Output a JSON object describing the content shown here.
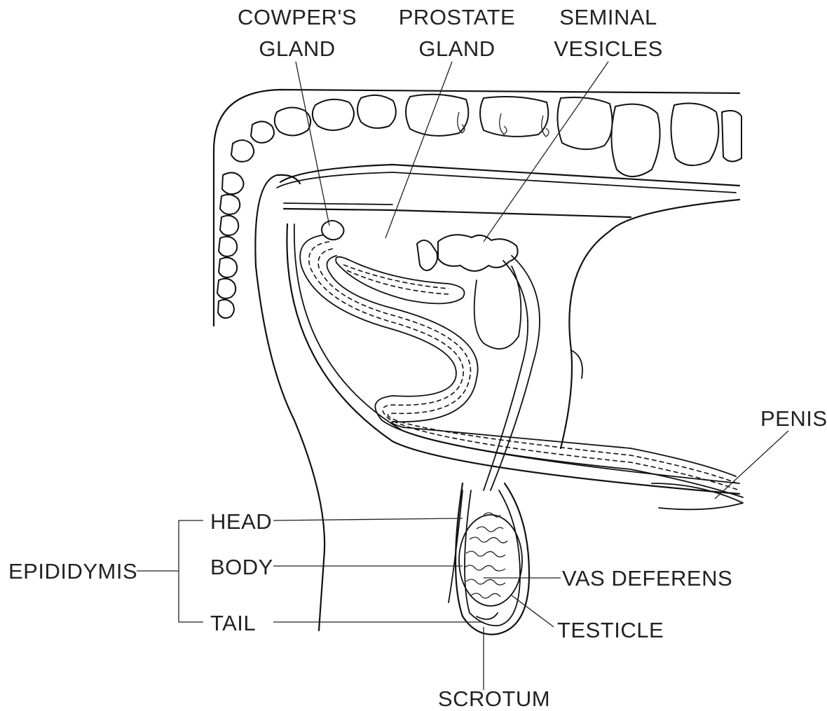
{
  "labels": {
    "cowpers_line1": "COWPER'S",
    "cowpers_line2": "GLAND",
    "prostate_line1": "PROSTATE",
    "prostate_line2": "GLAND",
    "seminal_line1": "SEMINAL",
    "seminal_line2": "VESICLES",
    "penis": "PENIS",
    "epididymis": "EPIDIDYMIS",
    "head": "HEAD",
    "body": "BODY",
    "tail": "TAIL",
    "vas_deferens": "VAS DEFERENS",
    "testicle": "TESTICLE",
    "scrotum": "SCROTUM"
  }
}
